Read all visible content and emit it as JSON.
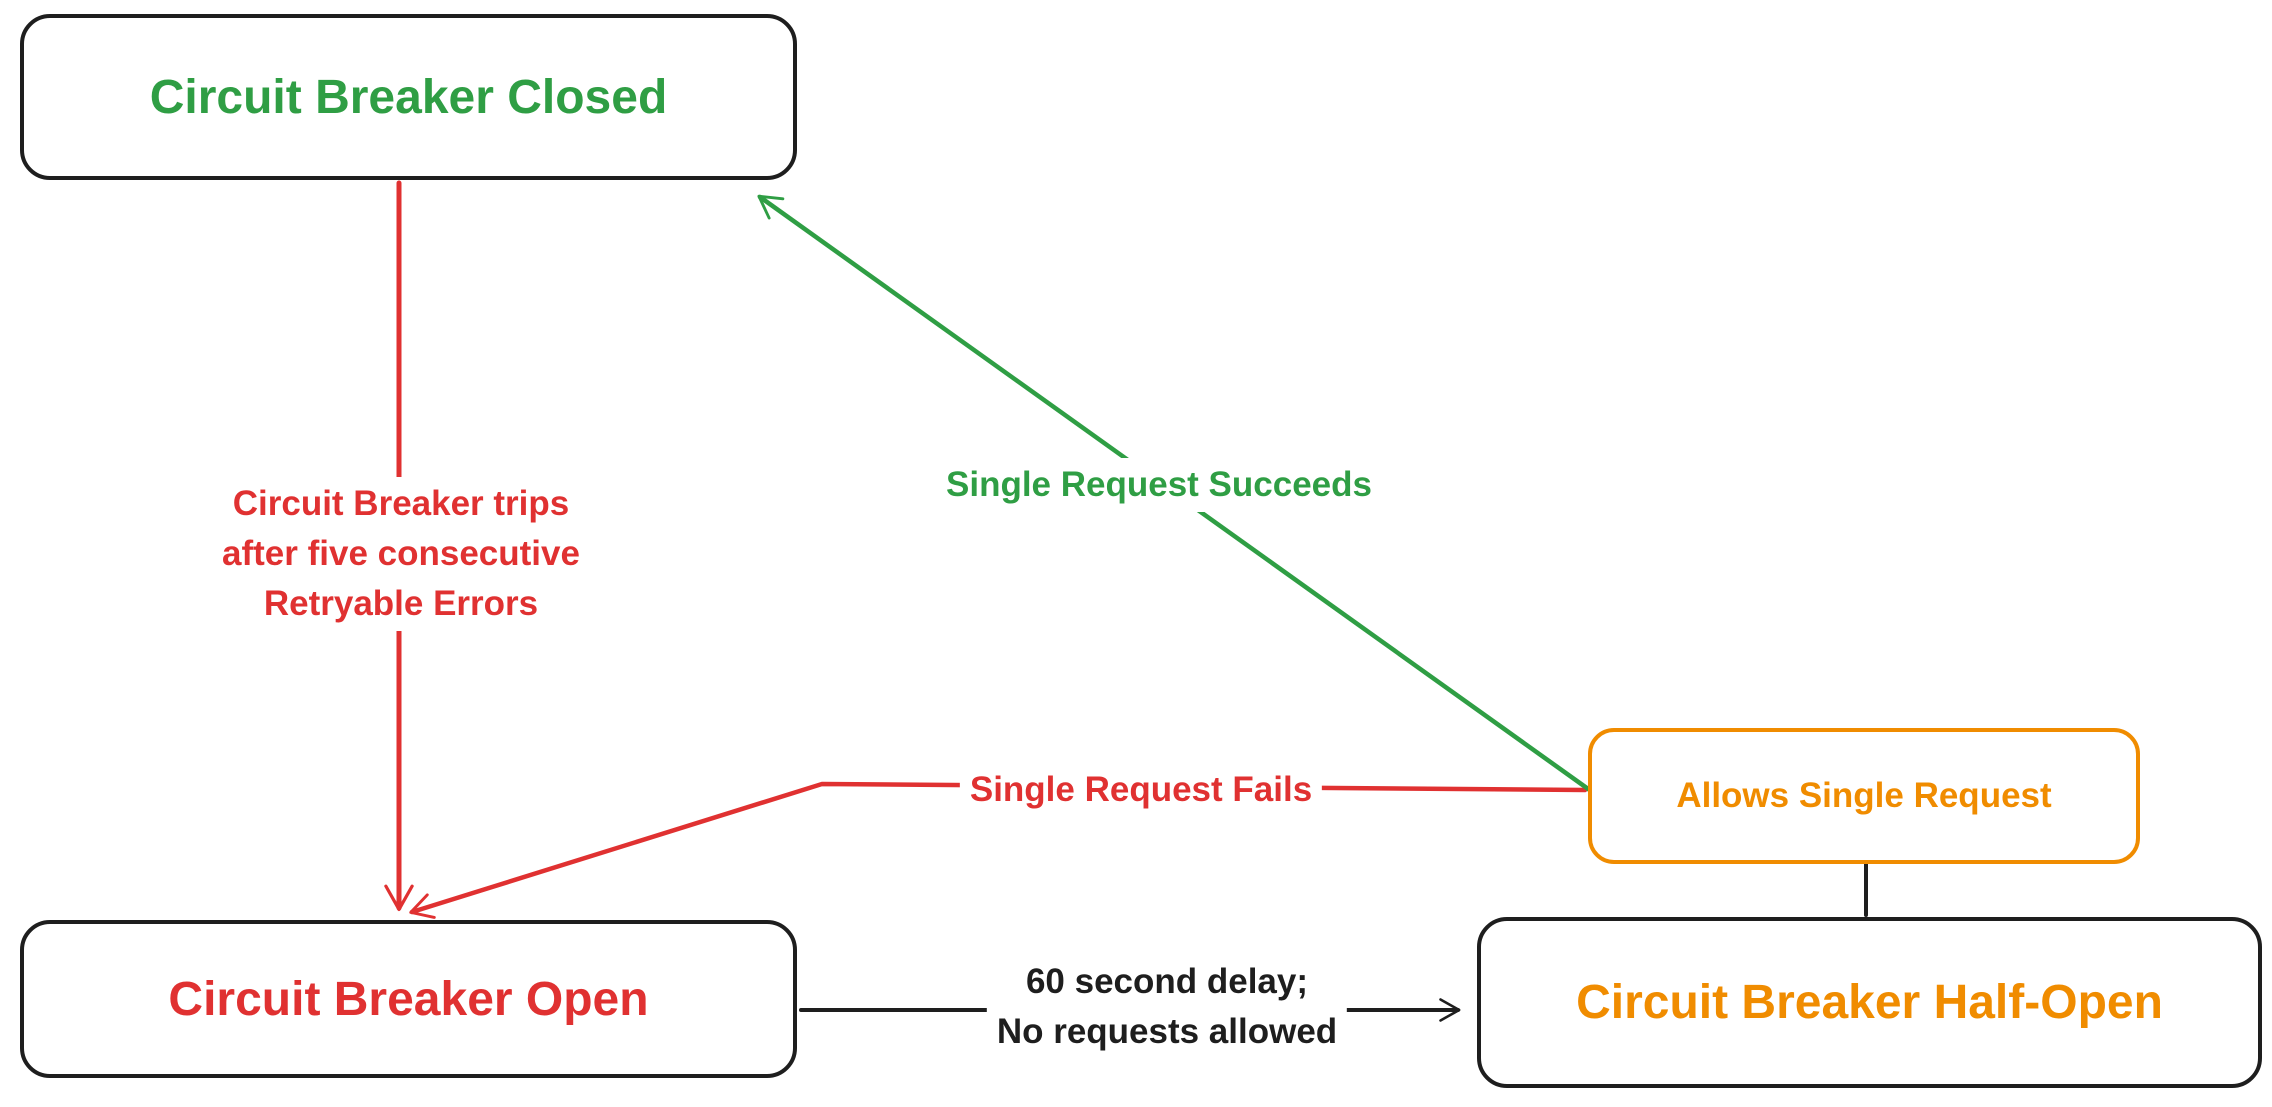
{
  "title": "Circuit Breaker State Diagram",
  "colors": {
    "green": "#2f9e44",
    "red": "#e03131",
    "orange": "#f08c00",
    "black": "#1e1e1e",
    "background": "#ffffff"
  },
  "nodes": {
    "closed": {
      "label": "Circuit Breaker Closed"
    },
    "open": {
      "label": "Circuit Breaker Open"
    },
    "half_open": {
      "label": "Circuit Breaker Half-Open"
    },
    "allows_single": {
      "label": "Allows Single Request"
    }
  },
  "edges": {
    "trip": {
      "from": "closed",
      "to": "open",
      "lines": [
        "Circuit Breaker trips",
        "after five consecutive",
        "Retryable Errors"
      ]
    },
    "succeeds": {
      "from": "allows_single",
      "to": "closed",
      "label": "Single Request Succeeds"
    },
    "fails": {
      "from": "allows_single",
      "to": "open",
      "label": "Single Request Fails"
    },
    "delay": {
      "from": "open",
      "to": "half_open",
      "lines": [
        "60 second delay;",
        "No requests allowed"
      ]
    },
    "allows_connector": {
      "from": "allows_single",
      "to": "half_open",
      "label": ""
    }
  }
}
